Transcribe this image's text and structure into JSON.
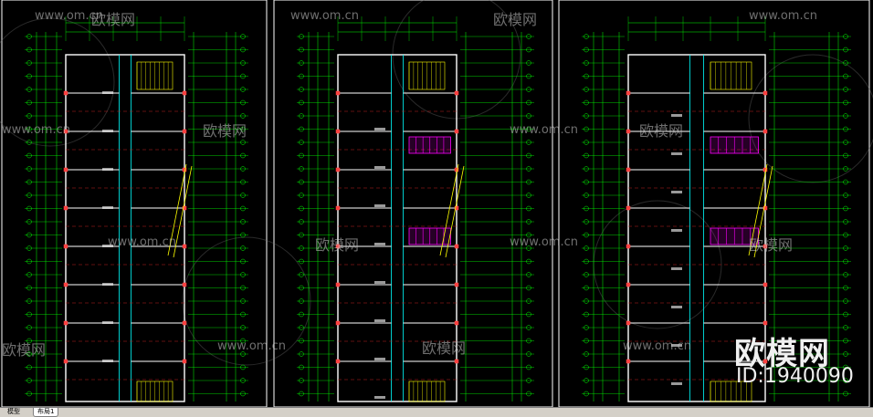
{
  "tabs": {
    "model": "模型",
    "layout1": "布局1"
  },
  "watermarks": {
    "site_url": "www.om.cn",
    "site_name": "欧模网",
    "brand_name": "欧模网",
    "brand_id": "ID:1940090"
  },
  "colors": {
    "background": "#000000",
    "frame": "#ffffff",
    "grid": "#00ff00",
    "axis": "#00ffff",
    "wall": "#ffffff",
    "column": "#ff4040",
    "toilet": "#ff00ff",
    "stair": "#ffff00",
    "text": "#ffffff"
  }
}
